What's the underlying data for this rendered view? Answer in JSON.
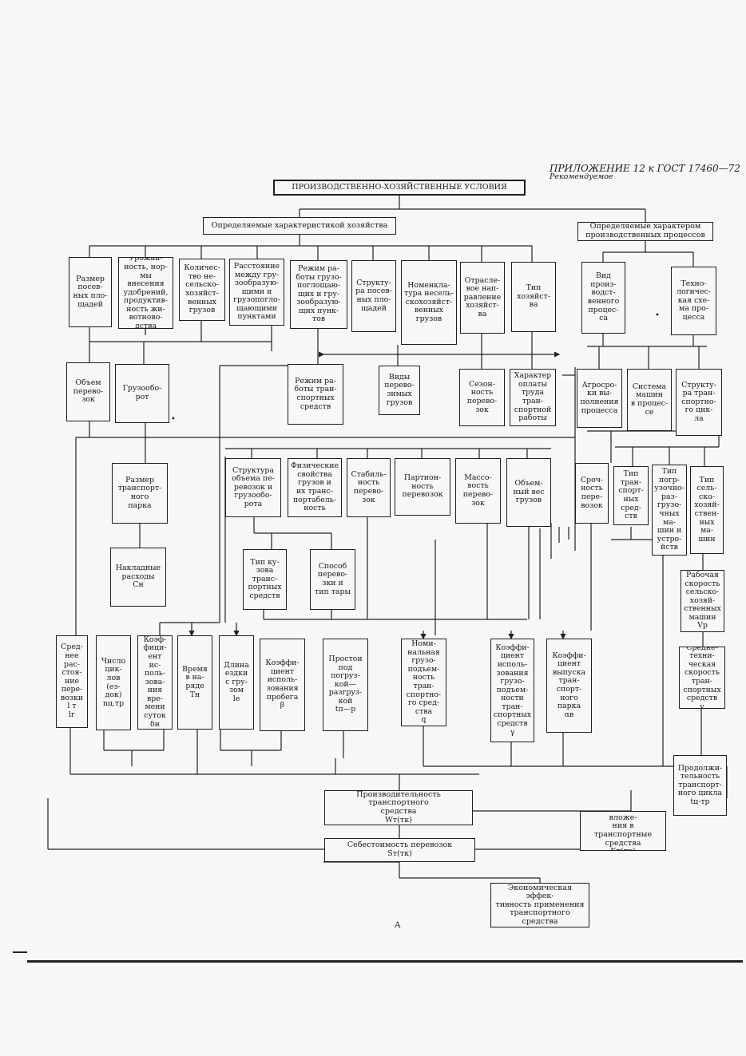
{
  "header": {
    "appendix": "ПРИЛОЖЕНИЕ 12 к ГОСТ 17460—72",
    "note": "Рекомендуемое"
  },
  "root": "ПРОИЗВОДСТВЕННО-ХОЗЯЙСТВЕННЫЕ УСЛОВИЯ",
  "groups": {
    "farm": "Определяемые характеристикой хозяйства",
    "process": "Определяемые характером\nпроизводственных процессов"
  },
  "row1": [
    "Размер\nпосев-\nных пло-\nщадей",
    "Урожай-\nность, нор-\nмы внесения\nудобрений,\nпродуктив-\nность жи-\nвотново-\nдства",
    "Количес-\nтво не-\nсельско-\nхозяйст-\nвенных\nгрузов",
    "Расстояние\nмежду гру-\nзообразую-\nщими и\nгрузопогло-\nщающими\nпунктами",
    "Режим ра-\nботы грузо-\nпоглощаю-\nщих и гру-\nзообразую-\nщих пунк-\nтов",
    "Структу-\nра посев-\nных пло-\nщадей",
    "Номенкла-\nтура несель-\nскохозяйст-\nвенных\nгрузов",
    "Отрасле-\nвое нап-\nравление\nхозяйст-\nва",
    "Тип\nхозяйст-\nва",
    "Вид\nпроиз-\nводст-\nвенного\nпроцес-\nса",
    "Техно-\nлогичес-\nкая схе-\nма про-\nцесса"
  ],
  "row2": [
    "Объем\nперево-\nзок",
    "Грузообо-\nрот",
    "Режим ра-\nботы тран-\nспортных\nсредств",
    "Виды\nперево-\nзимых\nгрузов",
    "Сезон-\nность\nперево-\nзок",
    "Характер\nоплаты\nтруда\nтран-\nспортной\nработы",
    "Агросро-\nки вы-\nполнения\nпроцесса",
    "Система\nмашин\nв процес-\nсе",
    "Структу-\nра тран-\nспортно-\nго цик-\nла"
  ],
  "park": "Размер\nтранспорт-\nного\nпарка",
  "overhead": "Накладные\nрасходы\nCн",
  "row3": [
    "Структура\nобъема пе-\nревозок и\nгрузообо-\nрота",
    "Физические\nсвойства\nгрузов и\nих транс-\nпортабель-\nность",
    "Стабиль-\nность\nперево-\nзок",
    "Партион-\nность\nперевозок",
    "Массо-\nвость\nперево-\nзок",
    "Объем-\nный вес\nгрузов"
  ],
  "row3b": [
    "Сроч-\nность\nпере-\nвозок",
    "Тип\nтран-\nспорт-\nных\nсред-\nств",
    "Тип\nпогр-\nузочно-\nраз-\nгрузо-\nчных\nма-\nшин и\nустро-\nйств",
    "Тип\nсель-\nско-\nхозяй-\nствен-\nных\nма-\nшин"
  ],
  "row4": [
    "Тип ку-\nзова\nтранс-\nпортных\nсредств",
    "Способ\nперево-\nзки и\nтип тары"
  ],
  "workspeed": "Рабочая\nскорость\nсельско-\nхозяй-\nственных\nмашин\nVр",
  "techspeed": "Средне-\nтехни-\nческая\nскорость\nтран-\nспортных\nсредств\nv",
  "params": [
    "Сред-\nнее\nрас-\nстоя-\nние\nпере-\nвозки\nl т\nlг",
    "Число\nцик-\nлов\n(ез-\nдок)\nnц.тр",
    "Коэф-\nфици-\nент\nис-\nполь-\nзова-\nния\nвре-\nмени\nсуток\nδн",
    "Время\nв на-\nряде\nTн",
    "Длина\nездки\nс гру-\nзом\nlе",
    "Коэффи-\nциент\nисполь-\nзования\nпробега\nβ",
    "Простои\nпод\nпогруз-\nкой—\nразгруз-\nкой\ntп—р",
    "Номи-\nнальная\nгрузо-\nподъем-\nность\nтран-\nспортно-\nго сред-\nства\nq",
    "Коэффи-\nциент\nисполь-\nзования\nгрузо-\nподъем-\nности\nтран-\nспортных\nсредств\nγ",
    "Коэффи-\nциент\nвыпуска\nтран-\nспорт-\nного\nпарка\nαв"
  ],
  "cycle": "Продолжи-\nтельность\nтранспорт-\nного цикла\ntц-тр",
  "productivity": "Производительность транспортного\nсредства\nWт(тк)",
  "capital": "Капитальные вложе-\nния в транспортные\nсредства\nKт(тк)",
  "cost": "Себестоимость перевозок\nSт(тк)",
  "efficiency": "Экономическая эффек-\nтивность применения\nтранспортного средства",
  "page_label": "А"
}
